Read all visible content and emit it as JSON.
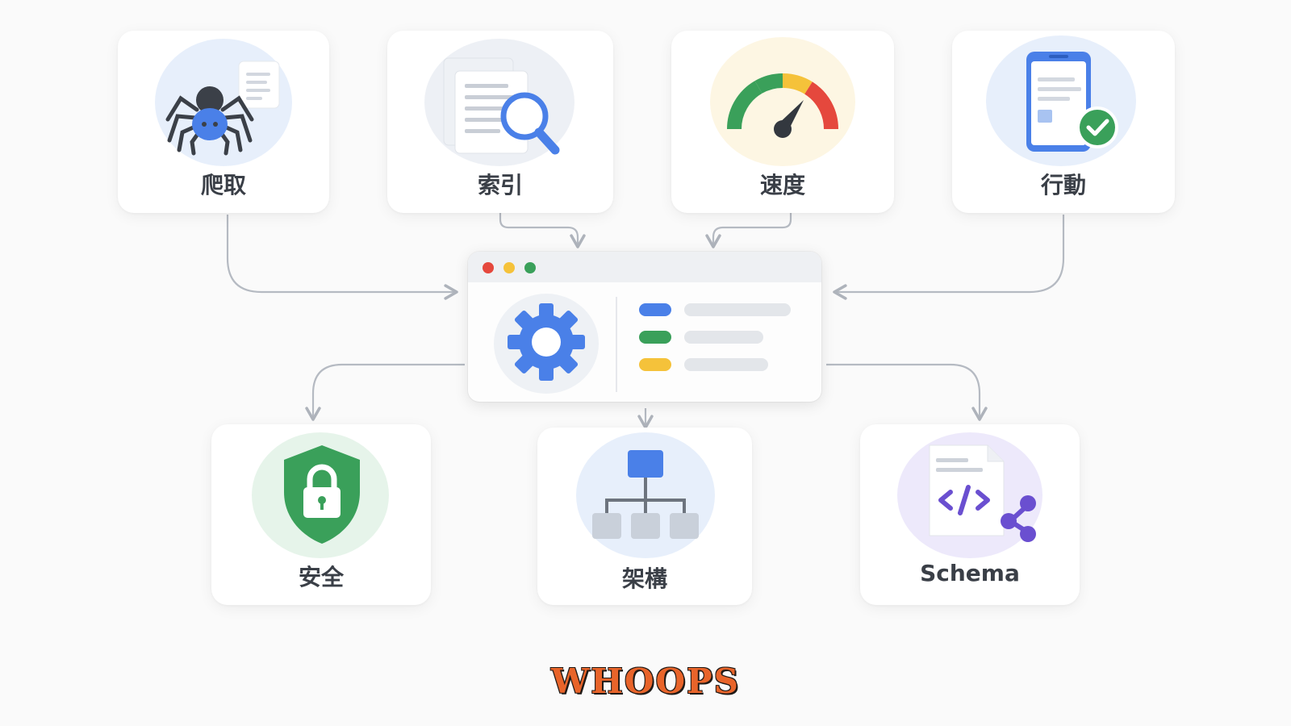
{
  "top_cards": [
    {
      "label": "爬取",
      "icon": "spider-icon"
    },
    {
      "label": "索引",
      "icon": "document-search-icon"
    },
    {
      "label": "速度",
      "icon": "speedometer-icon"
    },
    {
      "label": "行動",
      "icon": "mobile-check-icon"
    }
  ],
  "bottom_cards": [
    {
      "label": "安全",
      "icon": "shield-lock-icon"
    },
    {
      "label": "架構",
      "icon": "hierarchy-icon"
    },
    {
      "label": "Schema",
      "icon": "code-share-icon"
    }
  ],
  "hub": {
    "icon": "gear-icon"
  },
  "watermark": "WHOOPS",
  "colors": {
    "blue": "#4a80e8",
    "green": "#3aa05a",
    "yellow": "#f5c23a",
    "red": "#e5483d",
    "purple": "#6a4fd0",
    "connector": "#b5bac2"
  }
}
